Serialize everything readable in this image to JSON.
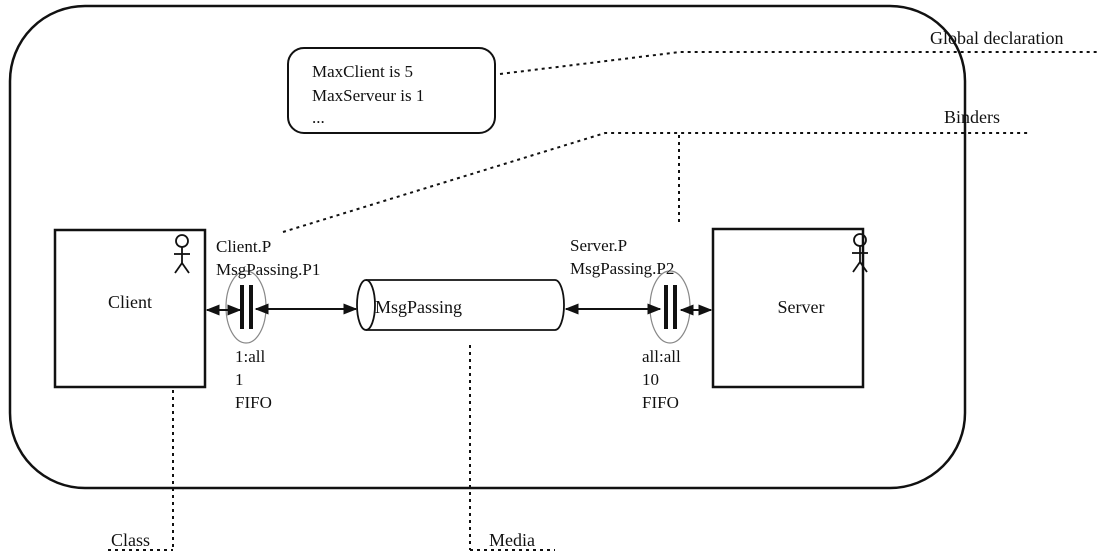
{
  "global_declaration": {
    "lines": [
      "MaxClient is 5",
      "MaxServeur is 1",
      "..."
    ],
    "callout": "Global declaration"
  },
  "components": {
    "client": {
      "label": "Client"
    },
    "server": {
      "label": "Server"
    },
    "media": {
      "label": "MsgPassing"
    }
  },
  "binders": {
    "callout": "Binders",
    "left": {
      "ports": [
        "Client.P",
        "MsgPassing.P1"
      ],
      "props": [
        "1:all",
        "1",
        "FIFO"
      ]
    },
    "right": {
      "ports": [
        "Server.P",
        "MsgPassing.P2"
      ],
      "props": [
        "all:all",
        "10",
        "FIFO"
      ]
    }
  },
  "callouts": {
    "class": "Class",
    "media": "Media"
  }
}
